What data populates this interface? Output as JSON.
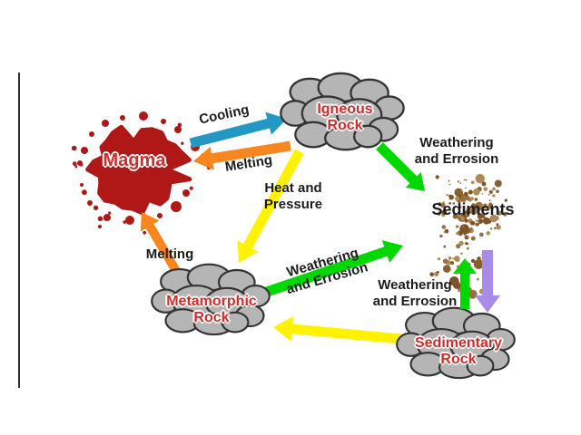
{
  "nodes": {
    "magma": {
      "label": "Magma"
    },
    "igneous_rock": {
      "line1": "Igneous",
      "line2": "Rock"
    },
    "sediments": {
      "label": "Sediments"
    },
    "metamorphic_rock": {
      "line1": "Metamorphic",
      "line2": "Rock"
    },
    "sedimentary_rock": {
      "line1": "Sedimentary",
      "line2": "Rock"
    }
  },
  "arrow_labels": {
    "cooling": "Cooling",
    "melting_igneous_to_magma": "Melting",
    "melting_metamorphic_to_magma": "Melting",
    "heat_and_pressure": {
      "line1": "Heat and",
      "line2": "Pressure"
    },
    "weathering_igneous": {
      "line1": "Weathering",
      "line2": "and Errosion"
    },
    "weathering_metamorphic": {
      "line1": "Weathering",
      "line2": "and Errosion"
    },
    "weathering_sedimentary": {
      "line1": "Weathering",
      "line2": "and Errosion"
    }
  },
  "colors": {
    "cooling_arrow": "#2299c4",
    "melting_arrow": "#f6861d",
    "heat_pressure_arrow": "#fff200",
    "weathering_arrow": "#00d800",
    "deposition_arrow": "#a98be8",
    "rock_fill": "#b5b5b5",
    "rock_outline": "#333333",
    "magma_red": "#b01818",
    "rock_label_red": "#d42b2b",
    "text_black": "#1c1c1c",
    "sediment_browns": [
      "#7e5224",
      "#9a6f3f",
      "#ae8a58",
      "#8a5f30"
    ]
  }
}
